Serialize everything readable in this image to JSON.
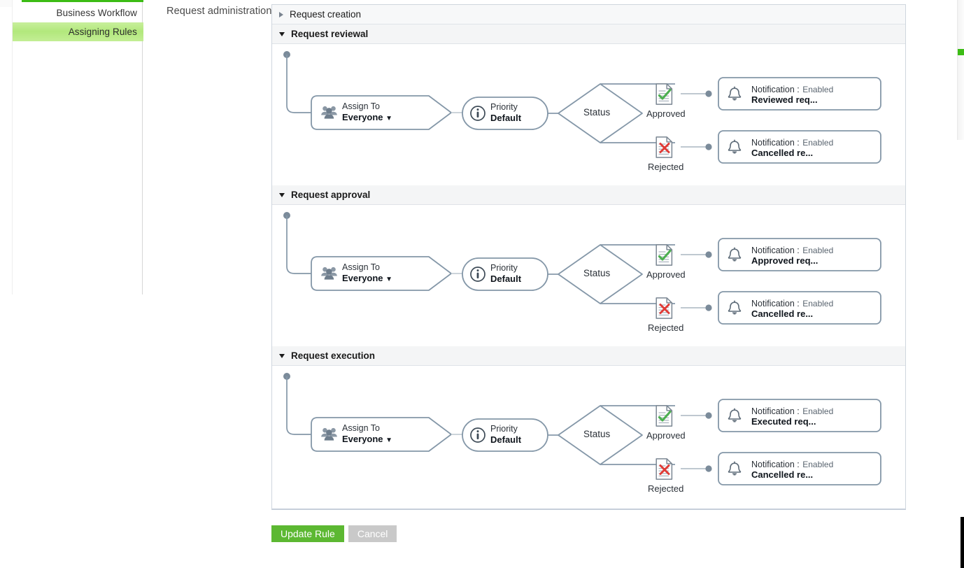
{
  "sidebar": {
    "items": [
      {
        "label": "Business Workflow",
        "selected": false
      },
      {
        "label": "Assigning Rules",
        "selected": true
      }
    ],
    "accent_color": "#3cbc15",
    "selected_color": "#b2e87c"
  },
  "section_label": "Request administration",
  "panel": {
    "sections": [
      {
        "title": "Request creation",
        "expanded": false,
        "toggle_icon": "triangle-right-icon"
      },
      {
        "title": "Request reviewal",
        "expanded": true,
        "toggle_icon": "triangle-down-icon",
        "flow": {
          "assign": {
            "label": "Assign To",
            "value": "Everyone",
            "icon": "group-users-icon",
            "caret": "caret-down-icon"
          },
          "priority": {
            "label": "Priority",
            "value": "Default",
            "icon": "info-circle-icon"
          },
          "status": {
            "label": "Status"
          },
          "branches": [
            {
              "label": "Approved",
              "icon": "document-check-icon",
              "icon_color": "#4caf50",
              "notification": {
                "key": "Notification :",
                "state": "Enabled",
                "message": "Reviewed req...",
                "icon": "bell-icon"
              }
            },
            {
              "label": "Rejected",
              "icon": "document-cross-icon",
              "icon_color": "#e03b36",
              "notification": {
                "key": "Notification :",
                "state": "Enabled",
                "message": "Cancelled re...",
                "icon": "bell-icon"
              }
            }
          ]
        }
      },
      {
        "title": "Request approval",
        "expanded": true,
        "toggle_icon": "triangle-down-icon",
        "flow": {
          "assign": {
            "label": "Assign To",
            "value": "Everyone",
            "icon": "group-users-icon",
            "caret": "caret-down-icon"
          },
          "priority": {
            "label": "Priority",
            "value": "Default",
            "icon": "info-circle-icon"
          },
          "status": {
            "label": "Status"
          },
          "branches": [
            {
              "label": "Approved",
              "icon": "document-check-icon",
              "icon_color": "#4caf50",
              "notification": {
                "key": "Notification :",
                "state": "Enabled",
                "message": "Approved req...",
                "icon": "bell-icon"
              }
            },
            {
              "label": "Rejected",
              "icon": "document-cross-icon",
              "icon_color": "#e03b36",
              "notification": {
                "key": "Notification :",
                "state": "Enabled",
                "message": "Cancelled re...",
                "icon": "bell-icon"
              }
            }
          ]
        }
      },
      {
        "title": "Request execution",
        "expanded": true,
        "toggle_icon": "triangle-down-icon",
        "flow": {
          "assign": {
            "label": "Assign To",
            "value": "Everyone",
            "icon": "group-users-icon",
            "caret": "caret-down-icon"
          },
          "priority": {
            "label": "Priority",
            "value": "Default",
            "icon": "info-circle-icon"
          },
          "status": {
            "label": "Status"
          },
          "branches": [
            {
              "label": "Approved",
              "icon": "document-check-icon",
              "icon_color": "#4caf50",
              "notification": {
                "key": "Notification :",
                "state": "Enabled",
                "message": "Executed req...",
                "icon": "bell-icon"
              }
            },
            {
              "label": "Rejected",
              "icon": "document-cross-icon",
              "icon_color": "#e03b36",
              "notification": {
                "key": "Notification :",
                "state": "Enabled",
                "message": "Cancelled re...",
                "icon": "bell-icon"
              }
            }
          ]
        }
      }
    ]
  },
  "footer": {
    "update_label": "Update Rule",
    "cancel_label": "Cancel",
    "update_color": "#5cb832",
    "cancel_color": "#c9c9c9"
  },
  "colors": {
    "flow_stroke": "#8497a8",
    "node_stroke": "#8497a8",
    "panel_border": "#cfd6de",
    "header_bg": "#f4f5f6"
  }
}
